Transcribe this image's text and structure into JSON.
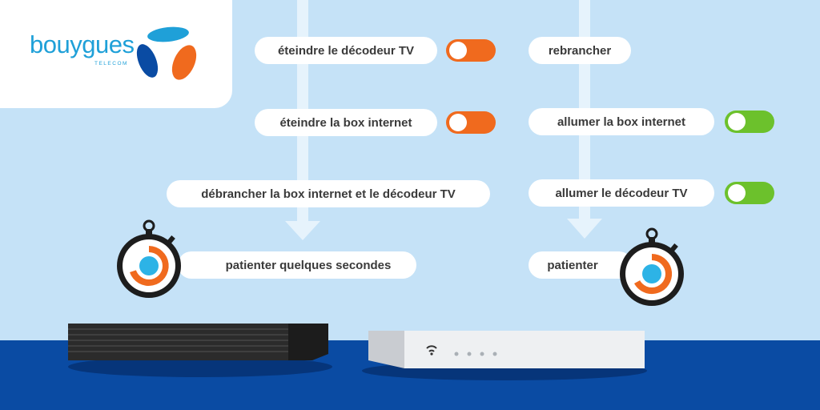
{
  "brand": {
    "name": "bouygues",
    "sub": "TELECOM",
    "colors": {
      "cyan": "#1fa0d8",
      "blue": "#0a4ba3",
      "orange": "#f06a1e"
    }
  },
  "steps_left": [
    {
      "label": "éteindre le décodeur TV",
      "toggle": "off"
    },
    {
      "label": "éteindre la box internet",
      "toggle": "off"
    },
    {
      "label": "débrancher la box internet et le décodeur TV"
    },
    {
      "label": "patienter quelques secondes"
    }
  ],
  "steps_right": [
    {
      "label": "rebrancher"
    },
    {
      "label": "allumer la box internet",
      "toggle": "on"
    },
    {
      "label": "allumer le décodeur TV",
      "toggle": "on"
    },
    {
      "label": "patienter"
    }
  ],
  "colors": {
    "sky": "#c5e2f7",
    "floor": "#0a4ba3",
    "toggle_off": "#f06a1e",
    "toggle_on": "#6cc12c"
  },
  "icons": [
    "stopwatch-icon",
    "wifi-icon",
    "tv-decoder",
    "internet-box"
  ]
}
